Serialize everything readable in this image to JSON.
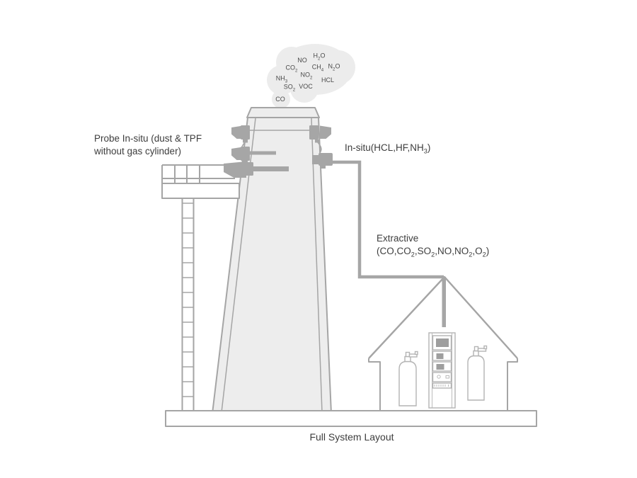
{
  "caption": "Full System Layout",
  "cloud_gases": [
    "NO",
    "H~2~O",
    "CO~2~",
    "CH~4~",
    "N~2~O",
    "NH~3~",
    "NO~2~",
    "HCL",
    "SO~2~",
    "VOC",
    "CO"
  ],
  "annotations": {
    "probe_insitu": "Probe In-situ (dust & TPF\nwithout gas cylinder)",
    "insitu": "In-situ(HCL,HF,NH~3~)",
    "extractive": "Extractive\n(CO,CO~2~,SO~2~,NO,NO~2~,O~2~)"
  },
  "colors": {
    "background": "#ffffff",
    "line_gray": "#a5a5a5",
    "stack_fill": "#ededed",
    "cloud_fill": "#ececec",
    "hardware_gray": "#a6a6a6",
    "equipment_outline": "#b4b4b4",
    "screen_gray": "#9e9e9e",
    "text": "#3d3d3d",
    "gas_text": "#4a4a4a"
  }
}
